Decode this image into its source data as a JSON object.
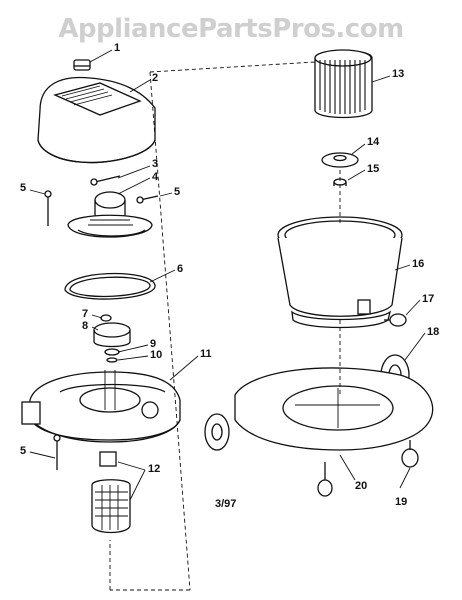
{
  "watermark": "AppliancePartsPros.com",
  "date_code": "3/97",
  "callouts": [
    "1",
    "2",
    "3",
    "4",
    "5",
    "5",
    "6",
    "7",
    "8",
    "9",
    "10",
    "11",
    "5",
    "12",
    "13",
    "14",
    "15",
    "16",
    "17",
    "18",
    "19",
    "20"
  ]
}
